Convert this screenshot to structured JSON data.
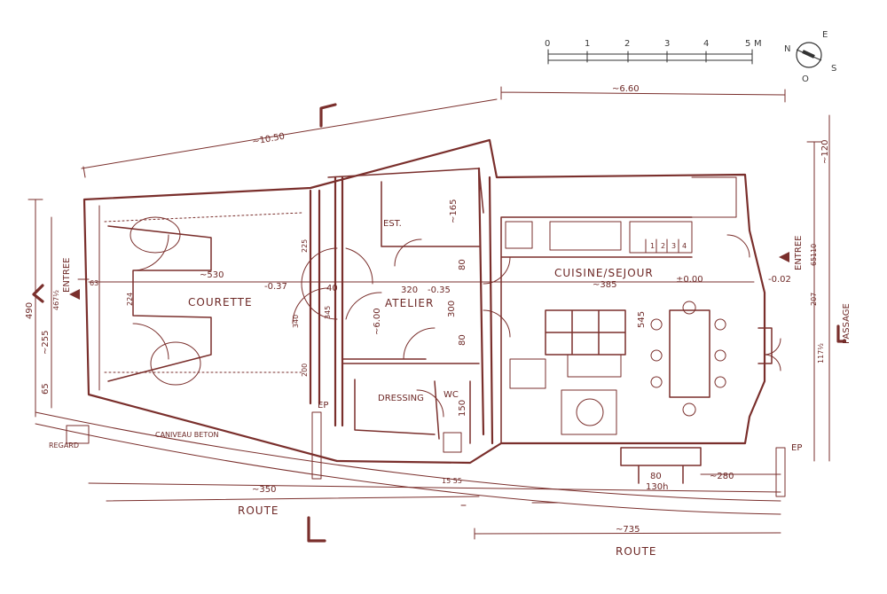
{
  "scale": {
    "ticks": [
      "0",
      "1",
      "2",
      "3",
      "4",
      "5"
    ],
    "unit": "M"
  },
  "compass": {
    "n": "N",
    "e": "E",
    "s": "S",
    "o": "O"
  },
  "rooms": {
    "courettes": "COURETTE",
    "atelier": "ATELIER",
    "cuisine": "CUISINE/SEJOUR",
    "dressing": "DRESSING",
    "wc": "WC",
    "est": "EST."
  },
  "labels": {
    "entree_left": "ENTREE",
    "entree_right": "ENTREE",
    "passage": "PASSAGE",
    "route_1": "ROUTE",
    "route_2": "ROUTE",
    "caniveau": "CANIVEAU BETON",
    "regard": "REGARD",
    "ep_1": "EP",
    "ep_2": "EP"
  },
  "dims": {
    "d1050": "~10.50",
    "d660": "~6.60",
    "d530": "~530",
    "d037": "-0.37",
    "d320": "320",
    "d035": "-0.35",
    "d385": "~385",
    "d000": "±0.00",
    "d002": "-0.02",
    "d350": "~350",
    "d735": "~735",
    "d280": "~280",
    "d490": "490",
    "d255": "~255",
    "d65l": "65",
    "d120": "~120",
    "d545": "545",
    "d165": "~165",
    "d40": "40",
    "d80a": "80",
    "d600": "~6.00",
    "d300": "300",
    "d80b": "80",
    "d150": "150",
    "d80c": "80",
    "d130h": "130h",
    "d1555": "15 55",
    "d63": "63",
    "d224": "224",
    "d4674": "467½",
    "d340": "340",
    "d225": "225",
    "d200": "200",
    "d345": "345",
    "d65r": "65",
    "d207": "207",
    "d110": "110",
    "d1174": "117½",
    "stair": [
      "1",
      "2",
      "3",
      "4"
    ]
  }
}
